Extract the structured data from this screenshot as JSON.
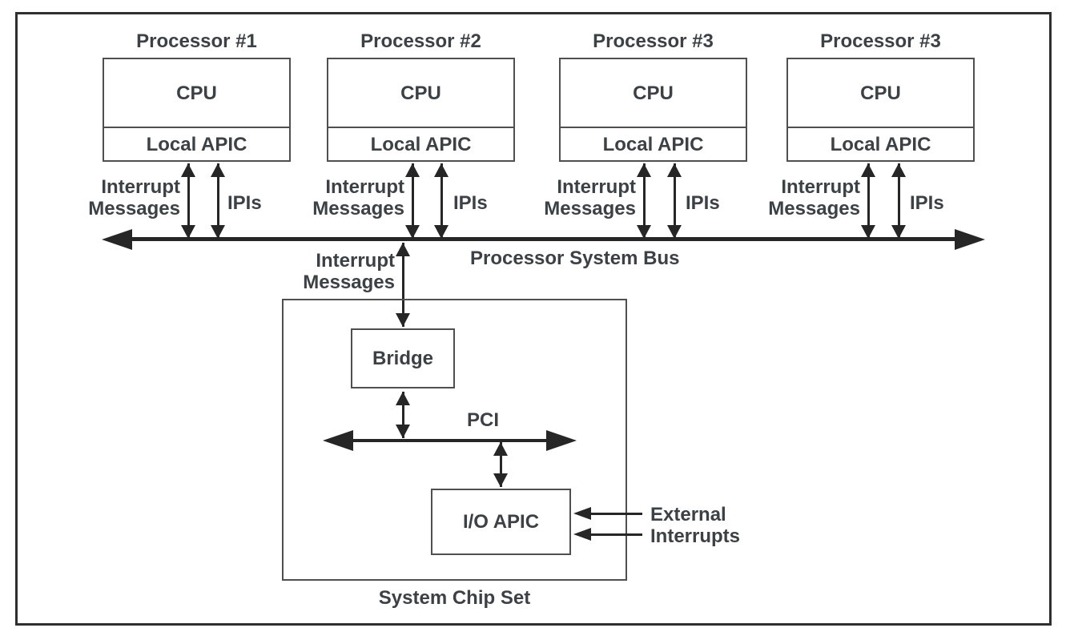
{
  "colors": {
    "line": "#262626",
    "box_border": "#4f4f4f",
    "text": "#3c4146",
    "background": "#ffffff"
  },
  "processors": [
    {
      "title": "Processor #1",
      "cpu_label": "CPU",
      "apic_label": "Local APIC",
      "interrupt_label": "Interrupt\nMessages",
      "ipi_label": "IPIs"
    },
    {
      "title": "Processor #2",
      "cpu_label": "CPU",
      "apic_label": "Local APIC",
      "interrupt_label": "Interrupt\nMessages",
      "ipi_label": "IPIs"
    },
    {
      "title": "Processor #3",
      "cpu_label": "CPU",
      "apic_label": "Local APIC",
      "interrupt_label": "Interrupt\nMessages",
      "ipi_label": "IPIs"
    },
    {
      "title": "Processor #3",
      "cpu_label": "CPU",
      "apic_label": "Local APIC",
      "interrupt_label": "Interrupt\nMessages",
      "ipi_label": "IPIs"
    }
  ],
  "bus": {
    "label": "Processor System Bus",
    "interrupt_label": "Interrupt\nMessages"
  },
  "chipset": {
    "label": "System Chip Set",
    "bridge_label": "Bridge",
    "pci_label": "PCI",
    "ioapic_label": "I/O APIC",
    "external_label": "External\nInterrupts"
  }
}
